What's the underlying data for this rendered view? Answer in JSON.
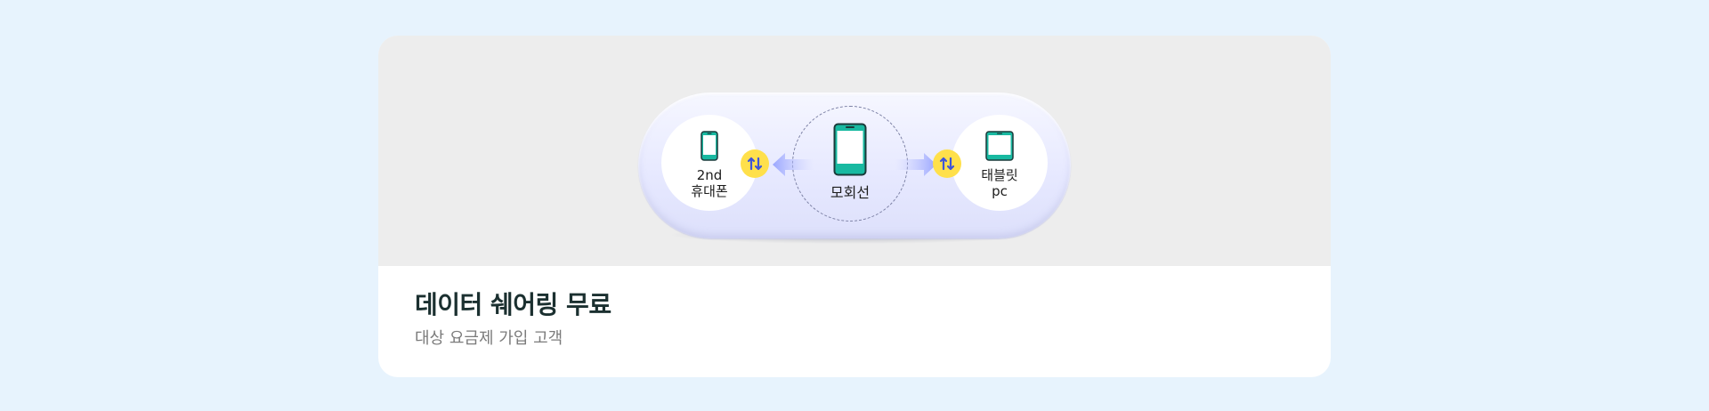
{
  "card": {
    "illustration": {
      "left_device": {
        "label": "2nd\n휴대폰",
        "icon": "phone-icon"
      },
      "center_device": {
        "label": "모회선",
        "icon": "phone-icon"
      },
      "right_device": {
        "label": "태블릿\npc",
        "icon": "tablet-icon"
      },
      "swap_icon": "swap-arrows-icon",
      "arrow_icon": "direction-arrow-icon"
    },
    "title": "데이터 쉐어링 무료",
    "subtitle": "대상 요금제 가입 고객"
  },
  "colors": {
    "page_background": "#e7f3fd",
    "illustration_background": "#ededed",
    "device_accent": "#18b9a1",
    "swap_badge": "#ffe04b",
    "swap_arrows": "#3f55d8",
    "title_text": "#1b3030",
    "subtitle_text": "#7b7b7b"
  }
}
